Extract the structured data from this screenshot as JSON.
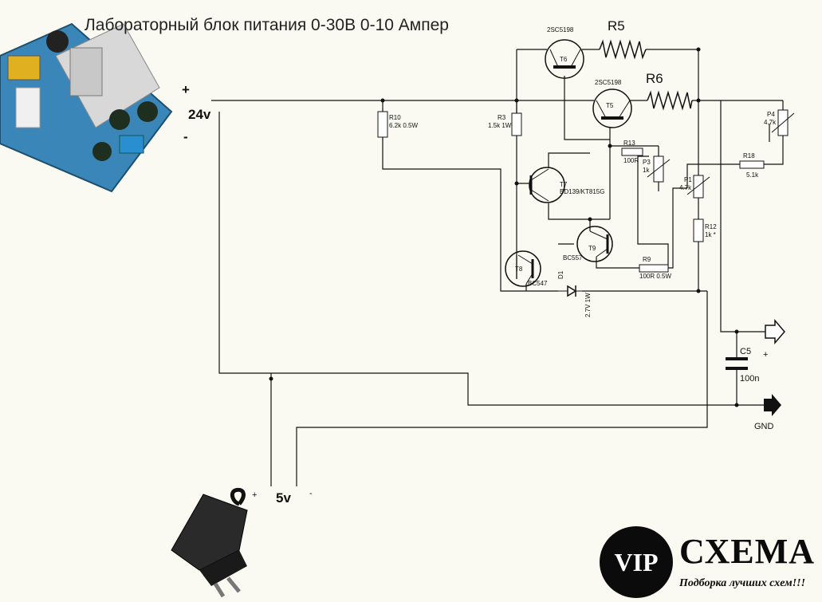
{
  "title": "Лабораторный блок питания 0-30В 0-10 Ампер",
  "supply_24v": {
    "plus": "+",
    "value": "24v",
    "minus": "-"
  },
  "supply_5v": {
    "plus": "+",
    "value": "5v",
    "minus": "-"
  },
  "components": {
    "t6": {
      "ref": "T6",
      "part": "2SC5198"
    },
    "t5": {
      "ref": "T5",
      "part": "2SC5198"
    },
    "r5": {
      "ref": "R5"
    },
    "r6": {
      "ref": "R6"
    },
    "r10": {
      "ref": "R10",
      "value": "6.2k 0.5W"
    },
    "r3": {
      "ref": "R3",
      "value": "1.5k 1W"
    },
    "r13": {
      "ref": "R13",
      "value": "100R"
    },
    "p3": {
      "ref": "P3",
      "value": "1k"
    },
    "p4": {
      "ref": "P4",
      "value": "4.7k"
    },
    "r18": {
      "ref": "R18",
      "value": "5.1k"
    },
    "p1": {
      "ref": "P1",
      "value": "4.7k"
    },
    "t7": {
      "ref": "T7",
      "part": "BD139/KT815G"
    },
    "t9": {
      "ref": "T9",
      "part": "BC557"
    },
    "r12": {
      "ref": "R12",
      "value": "1k *"
    },
    "r9": {
      "ref": "R9",
      "value": "100R 0.5W"
    },
    "t8": {
      "ref": "T8",
      "part": "BC547"
    },
    "d1": {
      "ref": "D1",
      "value": "2.7V 1W"
    },
    "c5": {
      "ref": "C5",
      "value": "100n"
    }
  },
  "output": {
    "plus": "+",
    "gnd": "GND"
  },
  "logo": {
    "badge": "VIP",
    "name": "СХЕМА",
    "tagline": "Подборка лучших схем!!!"
  }
}
